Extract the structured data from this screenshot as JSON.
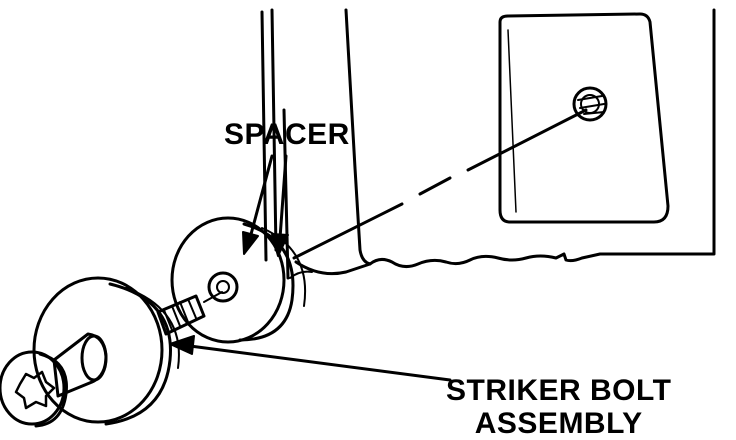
{
  "labels": {
    "spacer": "SPACER",
    "striker_line1": "STRIKER BOLT",
    "striker_line2": "ASSEMBLY"
  },
  "colors": {
    "ink": "#000000",
    "paper": "#ffffff"
  }
}
